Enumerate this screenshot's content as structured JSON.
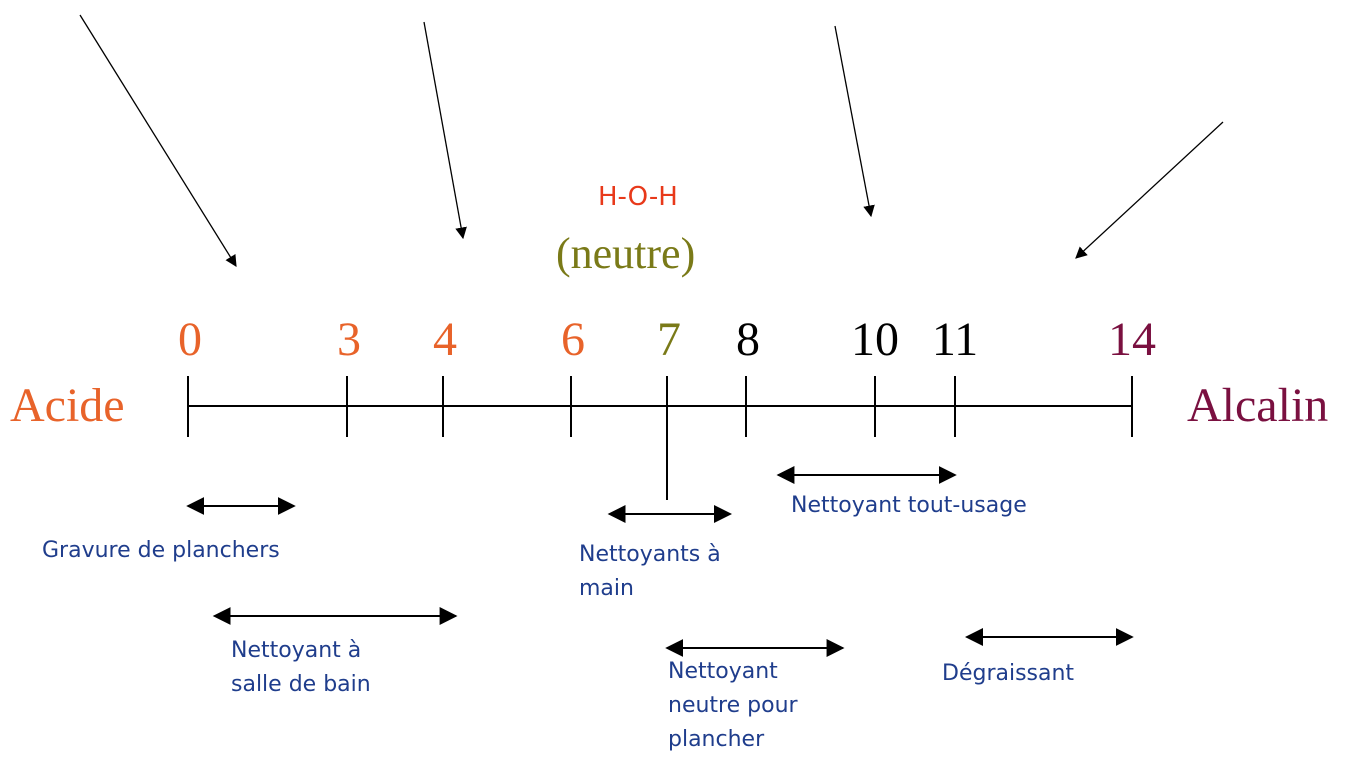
{
  "title_formula": "H-O-H",
  "neutral_label": "(neutre)",
  "acid_label": "Acide",
  "alkaline_label": "Alcalin",
  "colors": {
    "acid": "#e8632a",
    "neutral": "#7a7a18",
    "formula": "#e8391a",
    "alkaline": "#7a1040",
    "basic_tick": "#000000",
    "range_text": "#1f3d8c"
  },
  "scale": {
    "min": 0,
    "max": 14,
    "ticks": [
      {
        "value": 0,
        "label": "0",
        "color": "acid"
      },
      {
        "value": 3,
        "label": "3",
        "color": "acid"
      },
      {
        "value": 4,
        "label": "4",
        "color": "acid"
      },
      {
        "value": 6,
        "label": "6",
        "color": "acid"
      },
      {
        "value": 7,
        "label": "7",
        "color": "neutral"
      },
      {
        "value": 8,
        "label": "8",
        "color": "basic_tick"
      },
      {
        "value": 10,
        "label": "10",
        "color": "basic_tick"
      },
      {
        "value": 11,
        "label": "11",
        "color": "basic_tick"
      },
      {
        "value": 14,
        "label": "14",
        "color": "alkaline"
      }
    ]
  },
  "ranges": [
    {
      "label": "Gravure de planchers",
      "from": 0,
      "to": 2
    },
    {
      "label": "Nettoyant à\nsalle de bain",
      "from": 0.5,
      "to": 4.2
    },
    {
      "label": "Nettoyants à\nmain",
      "from": 6.4,
      "to": 7.8
    },
    {
      "label": "Nettoyant\nneutre pour\nplancher",
      "from": 7,
      "to": 9.5
    },
    {
      "label": "Nettoyant tout-usage",
      "from": 8.5,
      "to": 11
    },
    {
      "label": "Dégraissant",
      "from": 11.2,
      "to": 14
    }
  ]
}
